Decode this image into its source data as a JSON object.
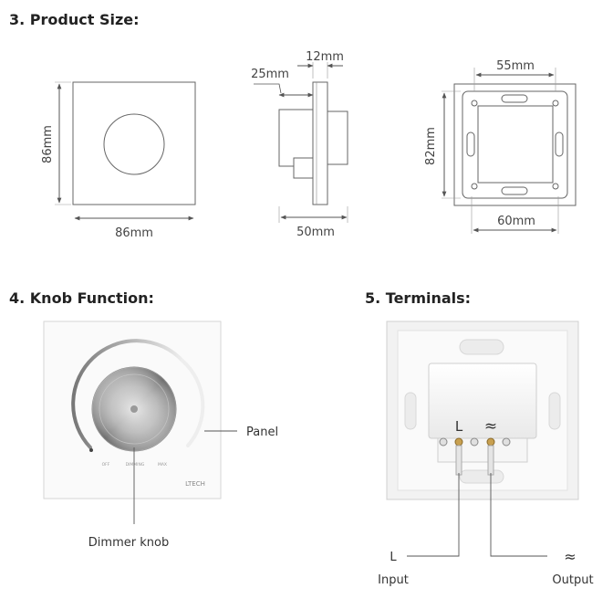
{
  "sections": {
    "product_size": "3. Product Size:",
    "knob_function": "4. Knob Function:",
    "terminals": "5. Terminals:"
  },
  "dimensions": {
    "front_height": "86mm",
    "front_width": "86mm",
    "side_depth": "25mm",
    "side_thickness": "12mm",
    "side_width": "50mm",
    "back_inner_top": "55mm",
    "back_height": "82mm",
    "back_inner_bottom": "60mm"
  },
  "knob_labels": {
    "panel": "Panel",
    "dimmer_knob": "Dimmer knob",
    "scale_off": "OFF",
    "scale_mid": "DIMMING",
    "scale_max": "MAX",
    "brand": "LTECH"
  },
  "terminal_labels": {
    "live_symbol": "L",
    "output_symbol": "≈",
    "live_left": "L",
    "output_right": "≈",
    "input": "Input",
    "output": "Output"
  },
  "colors": {
    "line": "#555555",
    "panel_fill": "#f4f4f4",
    "terminal_gold": "#c8a050"
  }
}
